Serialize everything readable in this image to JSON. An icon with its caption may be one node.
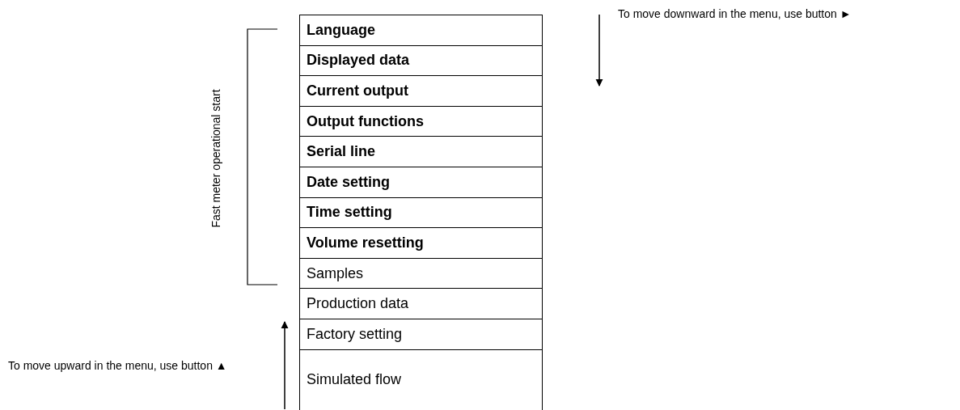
{
  "diagram": {
    "nodes": [
      {
        "text": [
          "Language"
        ]
      },
      {
        "text": [
          "Displayed data"
        ]
      },
      {
        "text": [
          "Current output"
        ]
      },
      {
        "text": [
          "Output functions"
        ]
      },
      {
        "text": [
          "Serial line"
        ]
      },
      {
        "text": [
          "Date setting"
        ]
      },
      {
        "text": [
          "Time setting"
        ]
      },
      {
        "text": [
          "Volume resetting"
        ]
      },
      {
        "text": [
          "Samples"
        ]
      },
      {
        "text": [
          "Production data"
        ]
      },
      {
        "text": [
          "Factory setting"
        ]
      },
      {
        "text": [
          "Simulated flow"
        ]
      }
    ],
    "labels": [
      "To move downward in the menu, use button ►",
      "Fast meter operational start",
      "To move upward in the menu, use button ▲"
    ]
  }
}
